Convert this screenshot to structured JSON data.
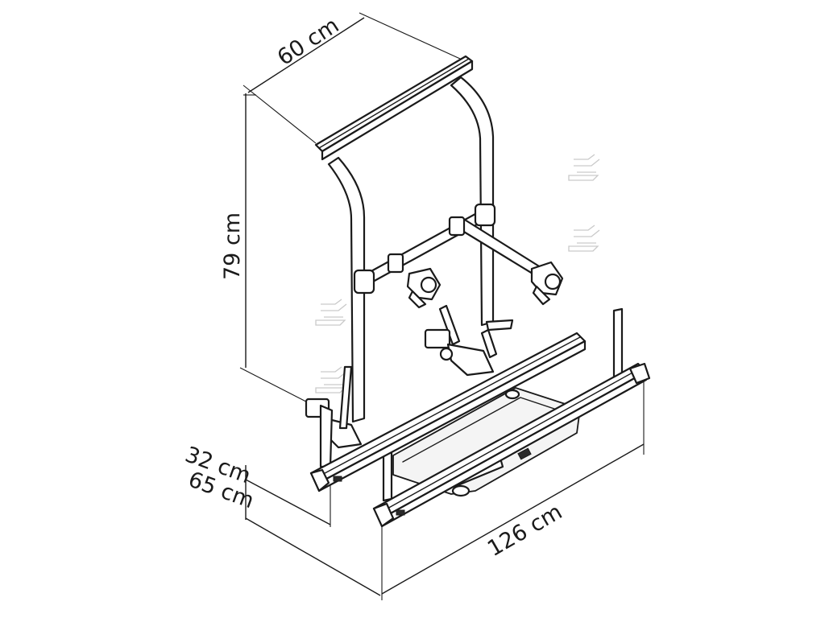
{
  "dimensions": {
    "width_top": "60 cm",
    "height": "79 cm",
    "depth_min": "32 cm",
    "depth_max": "65 cm",
    "length_rails": "126 cm"
  }
}
